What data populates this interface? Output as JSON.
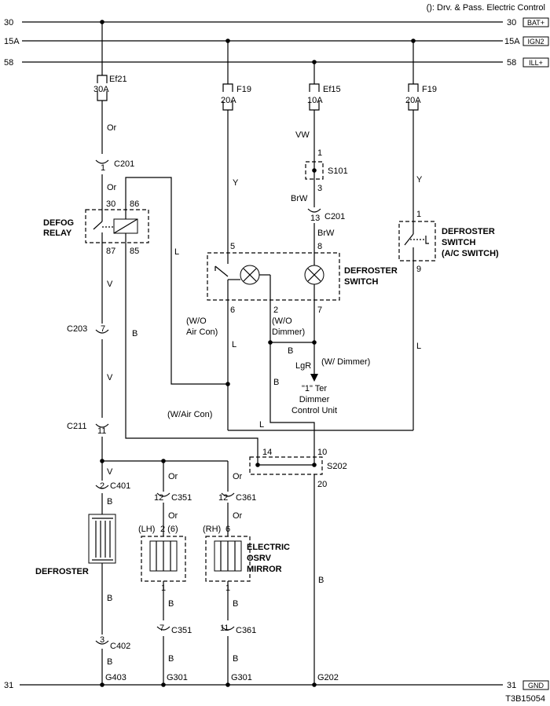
{
  "header_note": "(): Drv. & Pass. Electric Control",
  "figure_id": "T3B15054",
  "buses": {
    "b30": {
      "left": "30",
      "right": "30",
      "tag": "BAT+"
    },
    "b15": {
      "left": "15A",
      "right": "15A",
      "tag": "IGN2"
    },
    "b58": {
      "left": "58",
      "right": "58",
      "tag": "ILL+"
    },
    "b31": {
      "left": "31",
      "right": "31",
      "tag": "GND"
    }
  },
  "fuses": {
    "ef21": {
      "name": "Ef21",
      "rating": "30A"
    },
    "f19a": {
      "name": "F19",
      "rating": "20A"
    },
    "ef15": {
      "name": "Ef15",
      "rating": "10A"
    },
    "f19b": {
      "name": "F19",
      "rating": "20A"
    }
  },
  "wires": {
    "or1": "Or",
    "or2": "Or",
    "v1": "V",
    "v2": "V",
    "v3": "V",
    "b_relay": "B",
    "l_relay": "L",
    "y1": "Y",
    "y2": "Y",
    "vw": "VW",
    "brw1": "BrW",
    "brw2": "BrW",
    "l_sw": "L",
    "l_acsw": "L",
    "l_bot": "L",
    "b_dim": "B",
    "b_mid": "B",
    "lgr": "LgR",
    "or_c351": "Or",
    "or_c361": "Or",
    "or_c351b": "Or",
    "or_c361b": "Or",
    "b_c401": "B",
    "b_defr": "B",
    "b_c402": "B",
    "b_lh": "B",
    "b_c351b": "B",
    "b_rh": "B",
    "b_c361b": "B",
    "b_g202": "B"
  },
  "connectors": {
    "c201a": {
      "name": "C201",
      "pin": "1"
    },
    "c203": {
      "name": "C203",
      "pin": "7"
    },
    "c211": {
      "name": "C211",
      "pin": "11"
    },
    "c201b": {
      "name": "C201",
      "pin": "13"
    },
    "c401": {
      "name": "C401",
      "pin": "2"
    },
    "c351": {
      "name": "C351",
      "pin": "12"
    },
    "c361": {
      "name": "C361",
      "pin": "12"
    },
    "c402": {
      "name": "C402",
      "pin": "3"
    },
    "c351b": {
      "name": "C351",
      "pin": "7"
    },
    "c361b": {
      "name": "C361",
      "pin": "11"
    },
    "s101": {
      "name": "S101",
      "pin_top": "1",
      "pin_bot": "3"
    },
    "s202": {
      "name": "S202",
      "pin_l": "14",
      "pin_r": "10",
      "pin_b": "20"
    }
  },
  "relay": {
    "label1": "DEFOG",
    "label2": "RELAY",
    "p30": "30",
    "p86": "86",
    "p87": "87",
    "p85": "85"
  },
  "def_switch": {
    "label1": "DEFROSTER",
    "label2": "SWITCH",
    "p5": "5",
    "p8": "8",
    "p6": "6",
    "p2": "2",
    "p7": "7"
  },
  "ac_switch": {
    "label1": "DEFROSTER",
    "label2": "SWITCH",
    "label3": "(A/C SWITCH)",
    "p1": "1",
    "p9": "9"
  },
  "notes": {
    "wo_aircon1": "(W/O",
    "wo_aircon2": "Air Con)",
    "wo_dim1": "(W/O",
    "wo_dim2": "Dimmer)",
    "w_dim": "(W/ Dimmer)",
    "dimmer1": "\"1\" Ter",
    "dimmer2": "Dimmer",
    "dimmer3": "Control Unit",
    "w_aircon": "(W/Air Con)"
  },
  "defroster": {
    "label": "DEFROSTER"
  },
  "mirror": {
    "label1": "ELECTRIC",
    "label2": "OSRV",
    "label3": "MIRROR",
    "lh": "(LH)",
    "rh": "(RH)",
    "lh_pin": "2 (6)",
    "rh_pin": "6",
    "lh_pin_b": "1",
    "rh_pin_b": "1"
  },
  "grounds": {
    "g403": "G403",
    "g301a": "G301",
    "g301b": "G301",
    "g202": "G202"
  }
}
